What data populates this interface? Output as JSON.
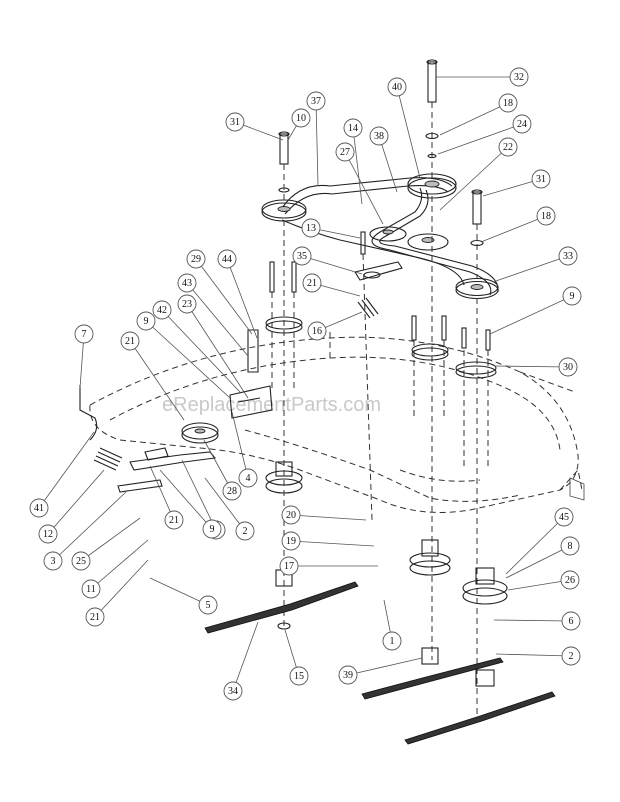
{
  "watermark": "eReplacementParts.com",
  "callouts": [
    {
      "label": "32"
    },
    {
      "label": "40"
    },
    {
      "label": "37"
    },
    {
      "label": "18"
    },
    {
      "label": "31"
    },
    {
      "label": "10"
    },
    {
      "label": "14"
    },
    {
      "label": "38"
    },
    {
      "label": "24"
    },
    {
      "label": "27"
    },
    {
      "label": "22"
    },
    {
      "label": "31"
    },
    {
      "label": "18"
    },
    {
      "label": "13"
    },
    {
      "label": "33"
    },
    {
      "label": "29"
    },
    {
      "label": "44"
    },
    {
      "label": "35"
    },
    {
      "label": "21"
    },
    {
      "label": "43"
    },
    {
      "label": "9"
    },
    {
      "label": "42"
    },
    {
      "label": "23"
    },
    {
      "label": "16"
    },
    {
      "label": "9"
    },
    {
      "label": "7"
    },
    {
      "label": "21"
    },
    {
      "label": "30"
    },
    {
      "label": "41"
    },
    {
      "label": "4"
    },
    {
      "label": "28"
    },
    {
      "label": "12"
    },
    {
      "label": "21"
    },
    {
      "label": "36"
    },
    {
      "label": "2"
    },
    {
      "label": "45"
    },
    {
      "label": "3"
    },
    {
      "label": "20"
    },
    {
      "label": "25"
    },
    {
      "label": "9"
    },
    {
      "label": "19"
    },
    {
      "label": "8"
    },
    {
      "label": "11"
    },
    {
      "label": "17"
    },
    {
      "label": "26"
    },
    {
      "label": "5"
    },
    {
      "label": "21"
    },
    {
      "label": "6"
    },
    {
      "label": "1"
    },
    {
      "label": "2"
    },
    {
      "label": "39"
    },
    {
      "label": "34"
    },
    {
      "label": "15"
    }
  ]
}
